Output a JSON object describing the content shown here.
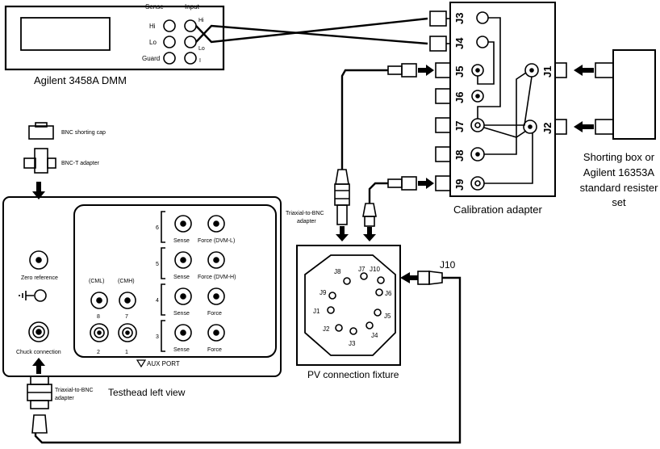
{
  "dmm": {
    "caption": "Agilent 3458A DMM",
    "sense_label": "Sense",
    "input_label": "Input",
    "row_labels": [
      "Hi",
      "Lo",
      "Guard"
    ],
    "input_hi": "Hi",
    "input_lo": "Lo",
    "input_i": "I"
  },
  "calibration_adapter": {
    "caption": "Calibration adapter",
    "connectors": [
      "J3",
      "J4",
      "J5",
      "J6",
      "J7",
      "J8",
      "J9",
      "J1",
      "J2"
    ]
  },
  "shorting_box": {
    "caption": [
      "Shorting box or",
      "Agilent 16353A",
      "standard resister",
      "set"
    ]
  },
  "legend": {
    "shorting_cap": "BNC shorting cap",
    "bnc_t_adapter": "BNC-T adapter"
  },
  "testhead": {
    "caption": "Testhead left view",
    "zero_reference": "Zero reference",
    "chuck_connection": "Chuck connection",
    "aux_port": "AUX PORT",
    "cml": "(CML)",
    "cmh": "(CMH)",
    "port8": "8",
    "port7": "7",
    "port2": "2",
    "port1": "1",
    "group_numbers": [
      "6",
      "5",
      "4",
      "3"
    ],
    "sense": "Sense",
    "force_dvm_l": "Force (DVM-L)",
    "force_dvm_h": "Force (DVM-H)",
    "force": "Force"
  },
  "triaxial_adapter_top": [
    "Triaxial-to-BNC",
    "adapter"
  ],
  "triaxial_adapter_bottom": [
    "Triaxial-to-BNC",
    "adapter"
  ],
  "pv_fixture": {
    "caption": "PV connection fixture",
    "pins": [
      "J8",
      "J7",
      "J10",
      "J9",
      "J6",
      "J1",
      "J5",
      "J2",
      "J4",
      "J3"
    ],
    "j10_external": "J10"
  }
}
